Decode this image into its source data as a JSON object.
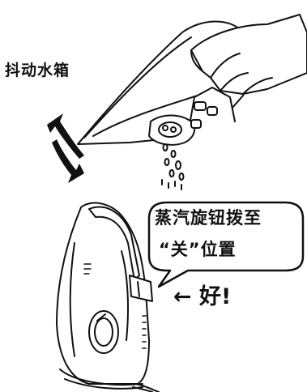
{
  "top_panel": {
    "caption": "抖动水箱"
  },
  "bottom_panel": {
    "bubble_line1": "蒸汽旋钮拨至",
    "bubble_line2": "“关”位置",
    "ok_text": "← 好!"
  }
}
